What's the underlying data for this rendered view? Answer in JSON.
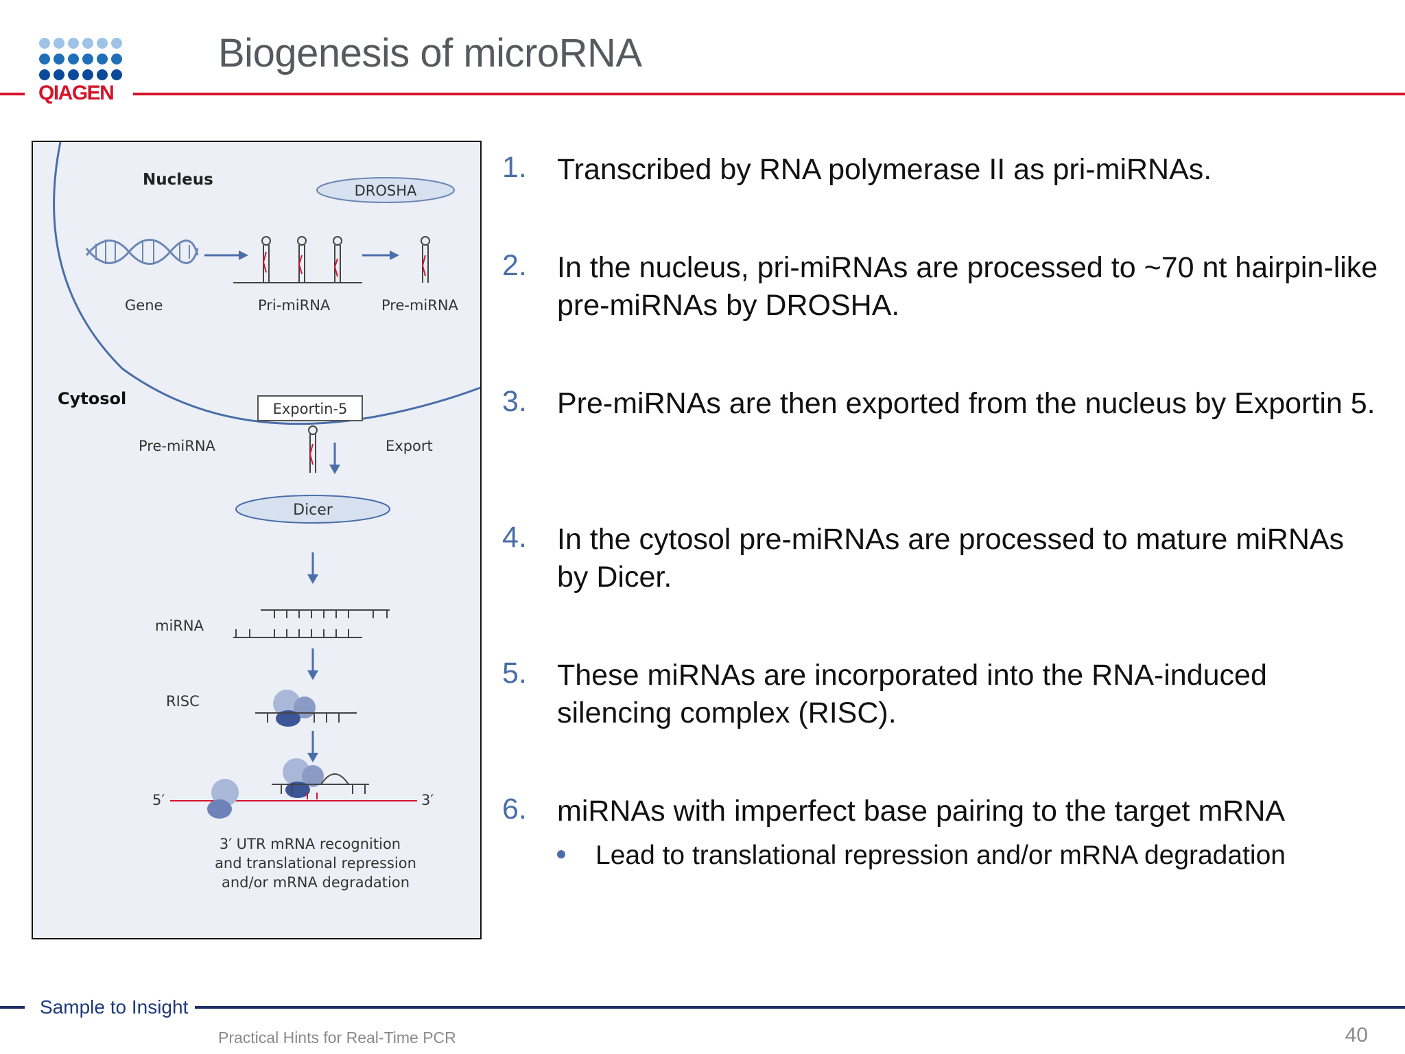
{
  "logo": {
    "text": "QIAGEN",
    "dot_colors": [
      "#9ec3e6",
      "#1f6fb8",
      "#0b4a9a"
    ]
  },
  "slide": {
    "title": "Biogenesis of microRNA"
  },
  "figure": {
    "labels": {
      "nucleus": "Nucleus",
      "drosha": "DROSHA",
      "gene": "Gene",
      "pri_mirna": "Pri-miRNA",
      "pre_mirna_top": "Pre-miRNA",
      "cytosol": "Cytosol",
      "exportin": "Exportin-5",
      "pre_mirna_mid": "Pre-miRNA",
      "export": "Export",
      "dicer": "Dicer",
      "mirna": "miRNA",
      "risc": "RISC",
      "five_prime": "5′",
      "three_prime": "3′",
      "caption_line1": "3′ UTR mRNA recognition",
      "caption_line2": "and translational repression",
      "caption_line3": "and/or mRNA degradation"
    }
  },
  "steps": [
    {
      "number": "1.",
      "text": "Transcribed by RNA polymerase II as pri-miRNAs."
    },
    {
      "number": "2.",
      "text": "In the nucleus,  pri-miRNAs are processed to ~70 nt hairpin-like pre-miRNAs by DROSHA."
    },
    {
      "number": "3.",
      "text": "Pre-miRNAs are then exported from the nucleus by Exportin 5."
    },
    {
      "number": "4.",
      "text": "In the cytosol pre-miRNAs are processed to mature miRNAs by Dicer."
    },
    {
      "number": "5.",
      "text": "These miRNAs are incorporated into the RNA-induced silencing complex (RISC)."
    },
    {
      "number": "6.",
      "text": "miRNAs with imperfect base pairing to the target mRNA",
      "sub": "Lead to translational repression and/or mRNA degradation"
    }
  ],
  "footer": {
    "tagline": "Sample to Insight",
    "subtitle": "Practical Hints for Real-Time PCR",
    "page_number": "40"
  },
  "colors": {
    "accent_red": "#d4142a",
    "navy": "#1f2f66",
    "number_blue": "#4a6ea9"
  }
}
